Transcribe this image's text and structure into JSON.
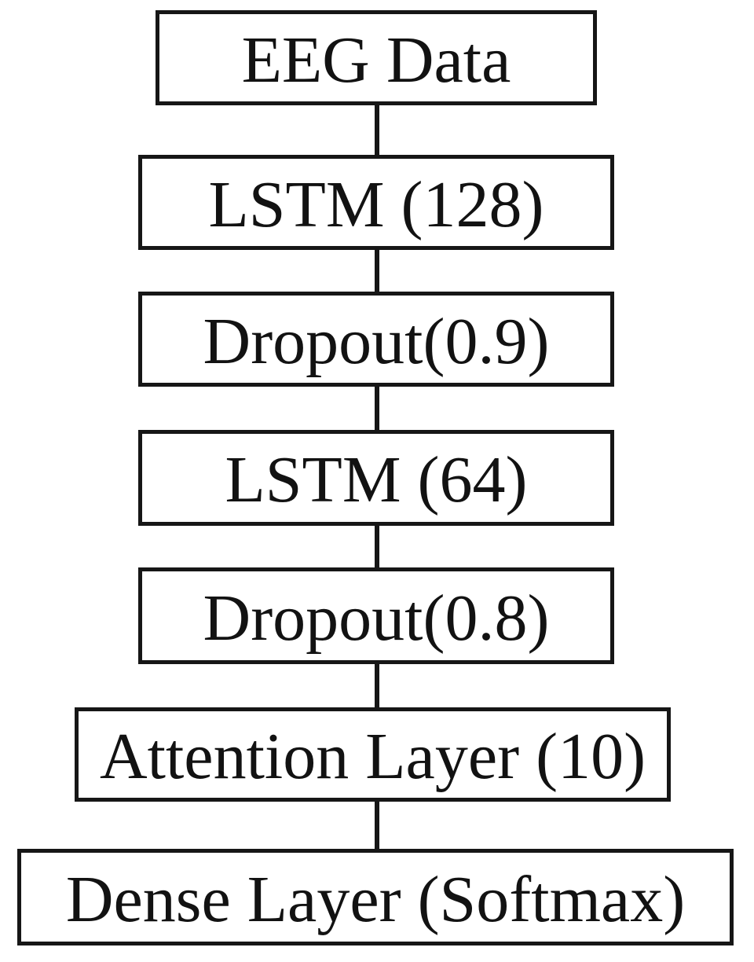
{
  "diagram": {
    "type": "flowchart",
    "direction": "top-to-bottom",
    "nodes": [
      {
        "id": "eeg-data",
        "label": "EEG Data"
      },
      {
        "id": "lstm-128",
        "label": "LSTM (128)"
      },
      {
        "id": "dropout-0-9",
        "label": "Dropout(0.9)"
      },
      {
        "id": "lstm-64",
        "label": "LSTM (64)"
      },
      {
        "id": "dropout-0-8",
        "label": "Dropout(0.8)"
      },
      {
        "id": "attention-layer",
        "label": "Attention Layer (10)"
      },
      {
        "id": "dense-layer",
        "label": "Dense Layer (Softmax)"
      }
    ],
    "edges": [
      {
        "from": "eeg-data",
        "to": "lstm-128"
      },
      {
        "from": "lstm-128",
        "to": "dropout-0-9"
      },
      {
        "from": "dropout-0-9",
        "to": "lstm-64"
      },
      {
        "from": "lstm-64",
        "to": "dropout-0-8"
      },
      {
        "from": "dropout-0-8",
        "to": "attention-layer"
      },
      {
        "from": "attention-layer",
        "to": "dense-layer"
      }
    ],
    "colors": {
      "background": "#ffffff",
      "box_fill": "#ffffff",
      "box_border": "#161616",
      "text": "#121212",
      "connector": "#161616"
    }
  }
}
